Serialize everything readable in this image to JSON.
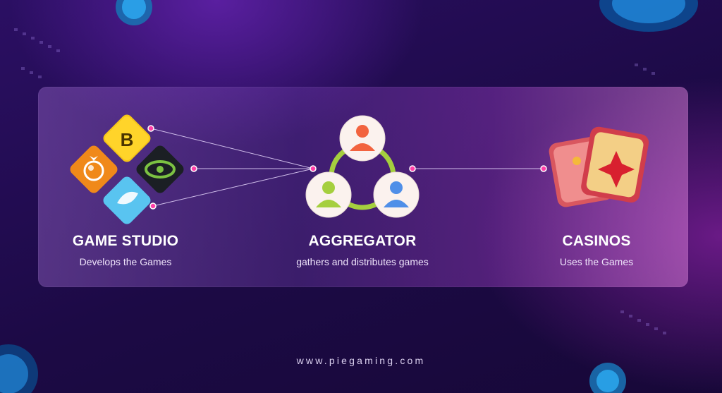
{
  "columns": [
    {
      "id": "game-studio",
      "title": "GAME STUDIO",
      "subtitle": "Develops the Games",
      "icon": "studio-logos-icon"
    },
    {
      "id": "aggregator",
      "title": "AGGREGATOR",
      "subtitle": "gathers and distributes games",
      "icon": "people-network-icon"
    },
    {
      "id": "casinos",
      "title": "CASINOS",
      "subtitle": "Uses the Games",
      "icon": "playing-cards-icon"
    }
  ],
  "studio_logos": [
    {
      "name": "b-logo-icon",
      "letter": "B",
      "color": "#f5c518"
    },
    {
      "name": "orange-logo-icon",
      "color": "#f39420"
    },
    {
      "name": "eye-logo-icon",
      "color": "#1b1f24"
    },
    {
      "name": "leaf-logo-icon",
      "color": "#59c4f0"
    }
  ],
  "aggregator_people": [
    {
      "name": "person-orange-icon",
      "color": "#f2633f"
    },
    {
      "name": "person-green-icon",
      "color": "#a5cf3e"
    },
    {
      "name": "person-blue-icon",
      "color": "#4f8fe8"
    }
  ],
  "website": "www.piegaming.com",
  "colors": {
    "connector_dot": "#ff3fa8",
    "connector_line": "#e8d9ff"
  }
}
